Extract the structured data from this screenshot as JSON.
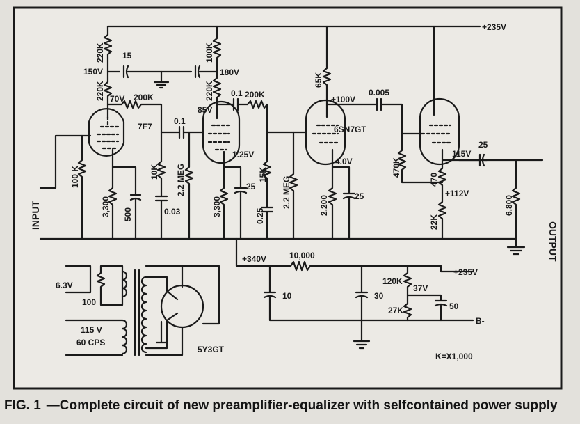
{
  "labels": {
    "v235_top": "+235V",
    "r220k_a": "220K",
    "r220k_b": "220K",
    "v150": "150V",
    "c15": "15",
    "r100k_a": "100K",
    "v180": "180V",
    "r220k_c": "220K",
    "r65k": "65K",
    "v70": "70V",
    "r200k_a": "200K",
    "tube1": "7F7",
    "v85": "85V",
    "c01_b": "0.1",
    "r200k_b": "200K",
    "v100": "+100V",
    "c0005": "0.005",
    "tube2": "6SN7GT",
    "c01_a": "0.1",
    "v125": "1.25V",
    "r15k": "15K",
    "v40": "4.0V",
    "r470k": "470K",
    "r100k_grid": "100 K",
    "r10k": "10K",
    "r22meg_a": "2.2 MEG",
    "r3300_a": "3,300",
    "c500": "500",
    "c003": "0.03",
    "r3300_b": "3,300",
    "c25_b": "25",
    "c025": "0.25",
    "r22meg_b": "2.2 MEG",
    "r2200": "2,200",
    "c25_c": "25",
    "v115": "115V",
    "c25_out": "25",
    "r470": "470",
    "v112": "+112V",
    "r22k": "22K",
    "r6800": "6,800",
    "input": "INPUT",
    "output": "OUTPUT",
    "v63": "6.3V",
    "r100": "100",
    "v340": "+340V",
    "r10000": "10,000",
    "v235_ps": "+235V",
    "r120k": "120K",
    "v37": "37V",
    "c10": "10",
    "c30": "30",
    "c50": "50",
    "r27k": "27K",
    "b_minus": "B-",
    "v115_line": "115 V",
    "cps60": "60 CPS",
    "tube_rect": "5Y3GT",
    "k_note": "K=X1,000"
  },
  "caption": {
    "fig": "FIG. 1",
    "text": "—Complete circuit of new preamplifier-equalizer with selfcontained power supply"
  }
}
